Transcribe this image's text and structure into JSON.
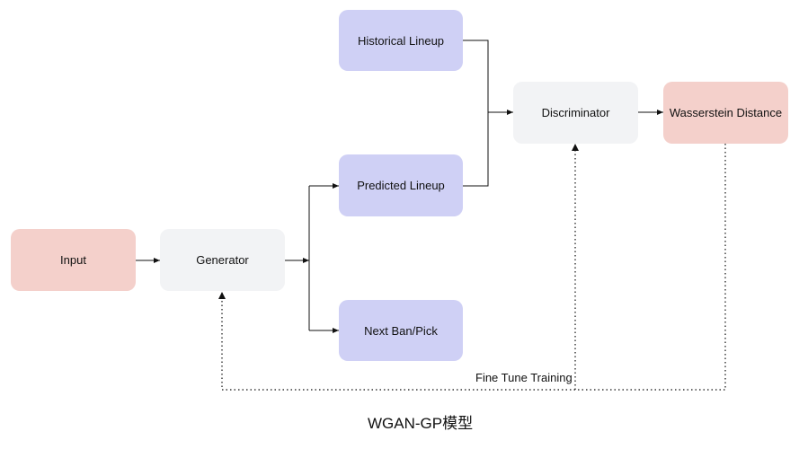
{
  "nodes": {
    "input": "Input",
    "generator": "Generator",
    "historical_lineup": "Historical Lineup",
    "predicted_lineup": "Predicted Lineup",
    "next_ban_pick": "Next Ban/Pick",
    "discriminator": "Discriminator",
    "wasserstein_distance": "Wasserstein Distance"
  },
  "edge_labels": {
    "fine_tune": "Fine Tune Training"
  },
  "caption": "WGAN-GP模型",
  "colors": {
    "pink_box": "#f4d0cb",
    "gray_box": "#f2f3f5",
    "lavender_box": "#cfd0f5",
    "line": "#111111"
  }
}
